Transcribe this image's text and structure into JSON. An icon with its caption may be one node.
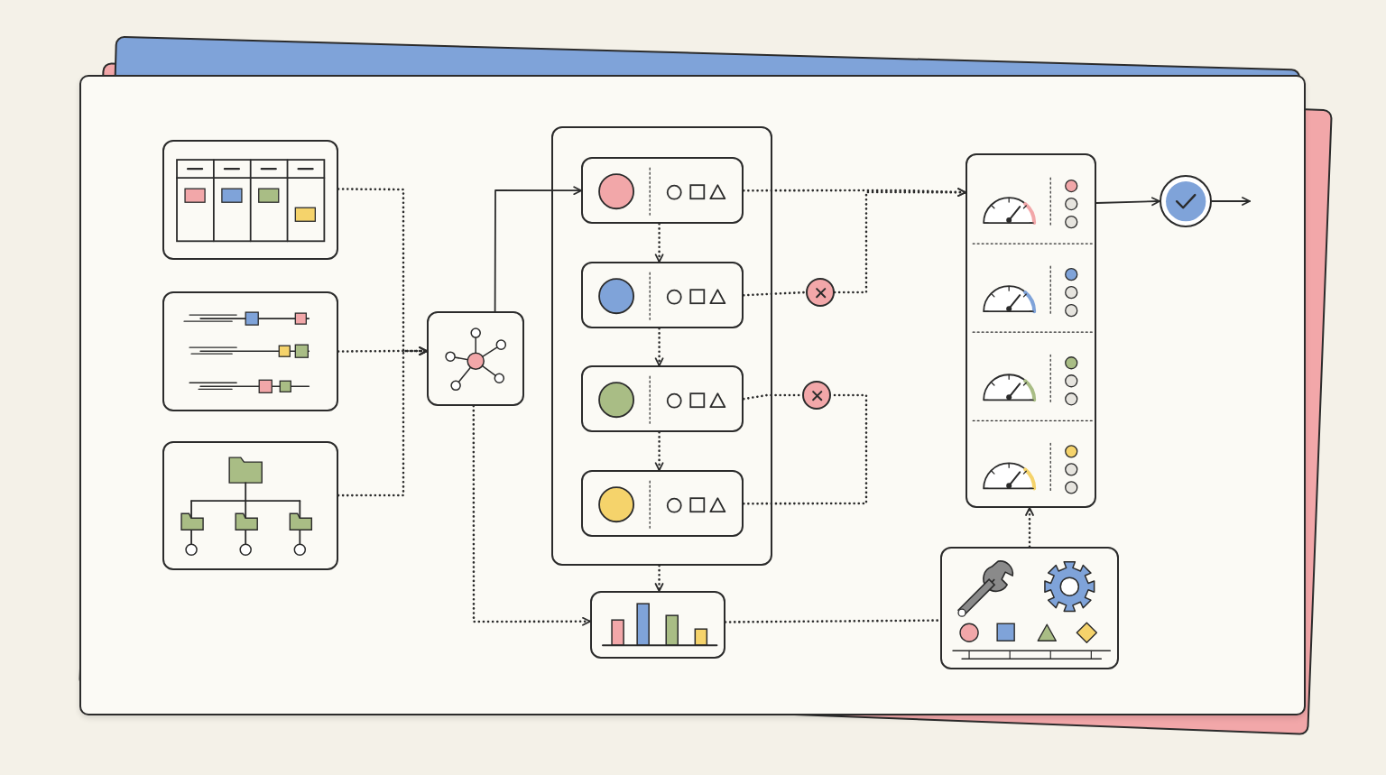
{
  "diagram": {
    "nodes": [
      {
        "text": [],
        "shape": "box"
      },
      {
        "text": [],
        "shape": "box"
      },
      {
        "text": [],
        "shape": "box"
      },
      {
        "text": [],
        "shape": "box"
      },
      {
        "text": [],
        "shape": "box"
      },
      {
        "text": [],
        "shape": "box",
        "in": 4
      },
      {
        "text": [],
        "shape": "box",
        "in": 4
      },
      {
        "text": [],
        "shape": "box",
        "in": 4
      },
      {
        "text": [],
        "shape": "box",
        "in": 4
      },
      {
        "text": [],
        "shape": "circle"
      },
      {
        "text": [],
        "shape": "circle"
      },
      {
        "text": [],
        "shape": "box"
      },
      {
        "text": [],
        "shape": "box"
      },
      {
        "text": [],
        "shape": "box"
      },
      {
        "text": [],
        "shape": "circle"
      }
    ],
    "edges": [
      {
        "from": 0,
        "to": 3,
        "arrow": "to",
        "style": "dashed"
      },
      {
        "from": 1,
        "to": 3,
        "arrow": "to",
        "style": "dashed"
      },
      {
        "from": 2,
        "to": 3,
        "arrow": "to",
        "style": "dashed"
      },
      {
        "from": 3,
        "to": 5,
        "arrow": "to"
      },
      {
        "from": 3,
        "to": 11,
        "arrow": "to",
        "style": "dashed"
      },
      {
        "from": 5,
        "to": 6,
        "arrow": "to",
        "style": "dashed"
      },
      {
        "from": 6,
        "to": 7,
        "arrow": "to",
        "style": "dashed"
      },
      {
        "from": 7,
        "to": 8,
        "arrow": "to",
        "style": "dashed"
      },
      {
        "from": 4,
        "to": 11,
        "arrow": "to",
        "style": "dashed"
      },
      {
        "from": 5,
        "to": 12,
        "arrow": "to",
        "style": "dashed"
      },
      {
        "from": 6,
        "to": 9,
        "arrow": "none",
        "style": "dashed"
      },
      {
        "from": 9,
        "to": 12,
        "arrow": "to",
        "style": "dashed"
      },
      {
        "from": 7,
        "to": 10,
        "arrow": "none",
        "style": "dashed"
      },
      {
        "from": 8,
        "to": 10,
        "arrow": "none",
        "style": "dashed"
      },
      {
        "from": 11,
        "to": 13,
        "arrow": "none",
        "style": "dashed"
      },
      {
        "from": 13,
        "to": 12,
        "arrow": "to",
        "style": "dashed"
      },
      {
        "from": 12,
        "to": 14,
        "arrow": "to"
      },
      {
        "from": 14,
        "to": null,
        "arrow": "to"
      }
    ]
  }
}
